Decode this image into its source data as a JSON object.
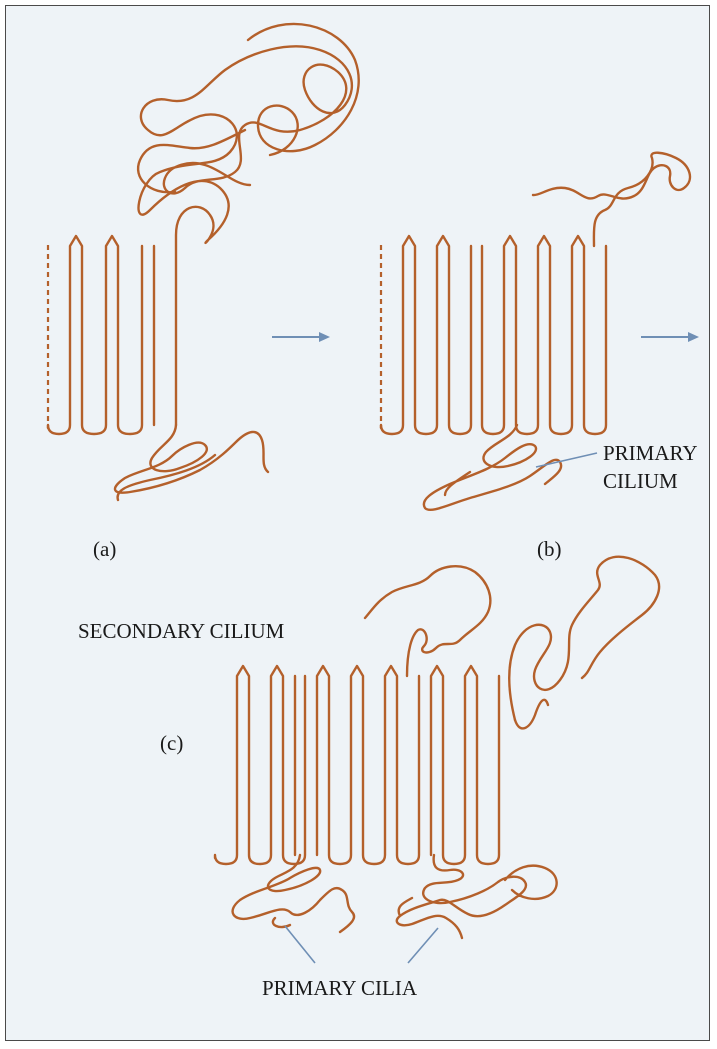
{
  "panels": {
    "a": {
      "label": "(a)"
    },
    "b": {
      "label": "(b)",
      "annotation": [
        "PRIMARY",
        "CILIUM"
      ]
    },
    "c": {
      "label": "(c)",
      "secondary_annotation": "SECONDARY CILIUM",
      "primary_annotation": "PRIMARY CILIA"
    }
  },
  "colors": {
    "fiber": "#b4602b",
    "leader": "#6f8fb5",
    "arrow": "#6f8fb5",
    "background": "#eef3f7",
    "frame": "#4a4a4a"
  }
}
